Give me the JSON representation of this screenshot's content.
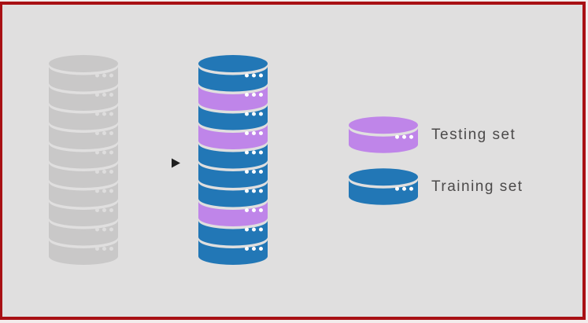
{
  "colors": {
    "training": "#2277b6",
    "testing": "#bf85e9",
    "unsplit": "#c9c8c8",
    "background": "#e0dfdf",
    "outer": "#f3ecec",
    "frame_border": "#a81014",
    "label_text": "#4c4a4a",
    "arrow_line": "#9b9b9b",
    "arrow_head": "#1f1f1f",
    "dot_white": "#ffffff",
    "dot_gray": "#dedddd"
  },
  "stacks": {
    "left": {
      "description": "full unsplit dataset",
      "dot_color": "#dedddd",
      "segments": [
        "unsplit",
        "unsplit",
        "unsplit",
        "unsplit",
        "unsplit",
        "unsplit",
        "unsplit",
        "unsplit",
        "unsplit",
        "unsplit"
      ]
    },
    "right": {
      "description": "dataset split into training and testing rows",
      "dot_color": "#ffffff",
      "segments": [
        "training",
        "testing",
        "training",
        "testing",
        "training",
        "training",
        "training",
        "testing",
        "training",
        "training"
      ]
    },
    "legend_testing": {
      "description": "legend swatch disk",
      "dot_color": "#ffffff",
      "segments": [
        "testing"
      ]
    },
    "legend_training": {
      "description": "legend swatch disk",
      "dot_color": "#ffffff",
      "segments": [
        "training"
      ]
    }
  },
  "legend": {
    "items": [
      {
        "label": "Testing set",
        "color_key": "testing"
      },
      {
        "label": "Training set",
        "color_key": "training"
      }
    ]
  }
}
